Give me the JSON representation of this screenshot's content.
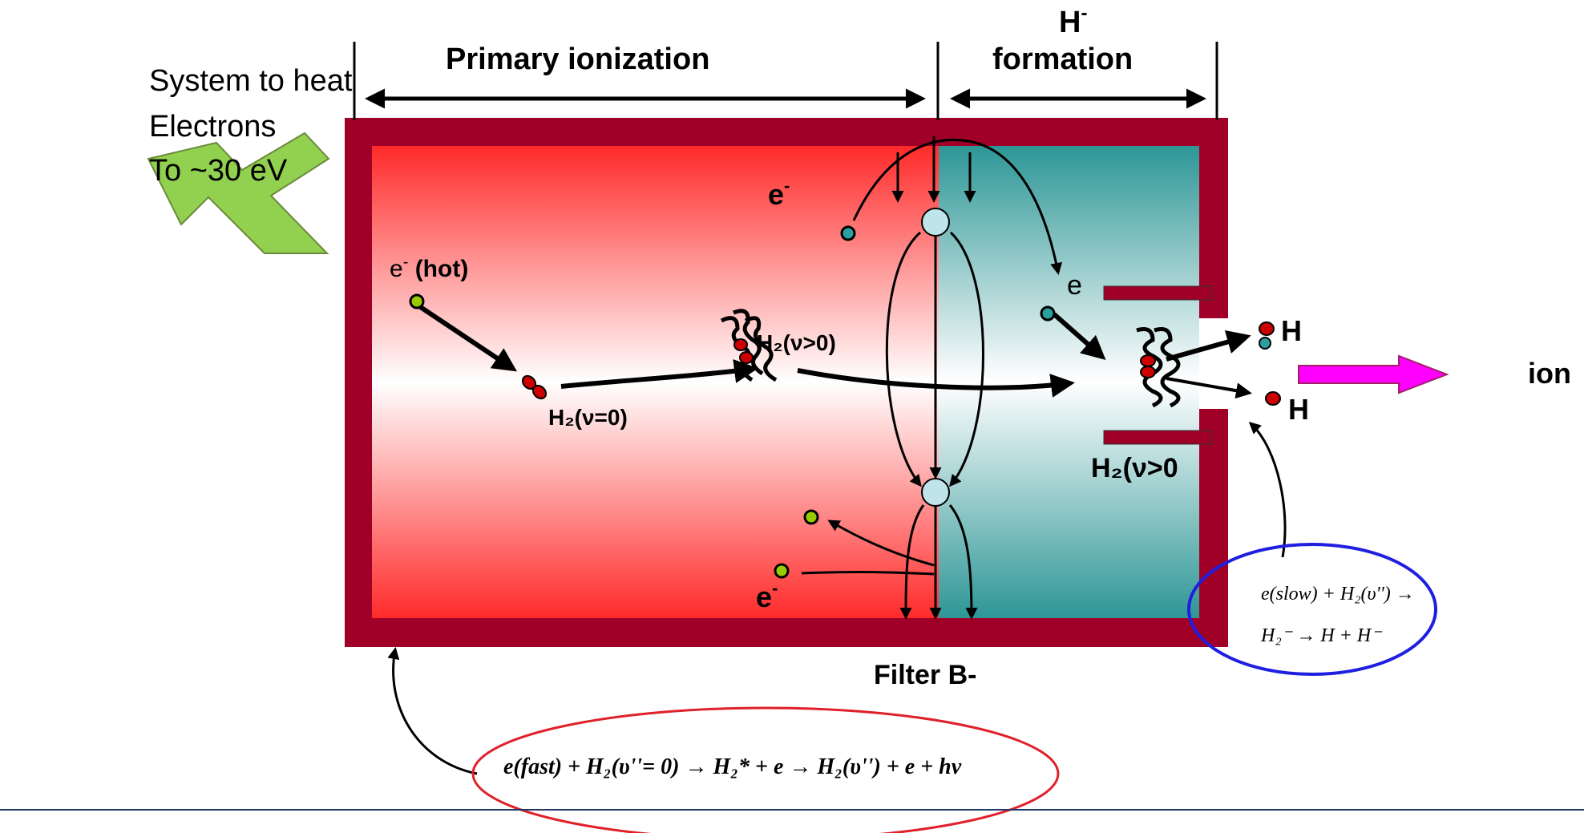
{
  "labels": {
    "heat_line1": "System to heat",
    "heat_line2": "Electrons",
    "heat_line3": "To ~30 eV",
    "primary": "Primary ionization",
    "hminus_h": "H",
    "hminus_sup": "-",
    "formation": "formation",
    "e_top": "e",
    "e_top_sup": "-",
    "e_hot_e": "e",
    "e_hot_sup": "-",
    "e_hot_text": " (hot)",
    "h2_v0": "H₂(ν=0)",
    "h2_vgt0_mid": "H₂(ν>0)",
    "e_right": "e",
    "h_upper": "H",
    "h_lower": "H",
    "ion": "ion",
    "h2_vgt0_right": "H₂(ν>0",
    "e_bottom": "e",
    "e_bottom_sup": "-",
    "filter": "Filter B-"
  },
  "equations": {
    "slow_line1": "e(slow) + H₂(υ'') →",
    "slow_line2": "H₂⁻ → H + H⁻",
    "fast": "e(fast) + H₂(υ''= 0) → H₂* + e → H₂(υ'') + e + hν"
  },
  "colors": {
    "chamber_wall": "#a00028",
    "hot_region": "#ff2a2a",
    "cold_region": "#2e9696",
    "heat_arrow": "#92d050",
    "ion_beam": "#ff00ff",
    "slow_ellipse": "#1f1fe0",
    "fast_ellipse": "#e0202a",
    "electron_hot": "#99cc00",
    "electron_cold": "#2aa0a0",
    "atom": "#cc0000",
    "footer_line": "#1f3864"
  }
}
